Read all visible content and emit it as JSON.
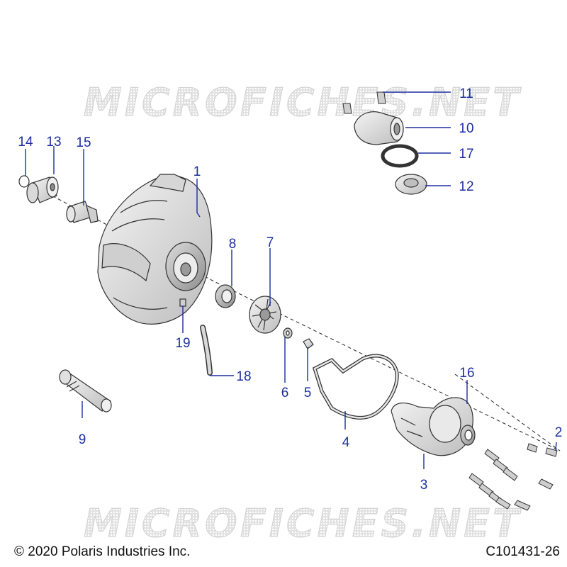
{
  "watermark": {
    "text": "MICROFICHES.NET"
  },
  "footer": {
    "copyright": "© 2020 Polaris Industries Inc.",
    "figure_id": "C101431-26"
  },
  "colors": {
    "callout": "#1d2fa0",
    "part_fill": "#e6e6e6",
    "part_stroke": "#333333"
  },
  "callouts": [
    "1",
    "2",
    "3",
    "4",
    "5",
    "6",
    "7",
    "8",
    "9",
    "10",
    "11",
    "12",
    "13",
    "14",
    "15",
    "16",
    "17",
    "18",
    "19"
  ]
}
